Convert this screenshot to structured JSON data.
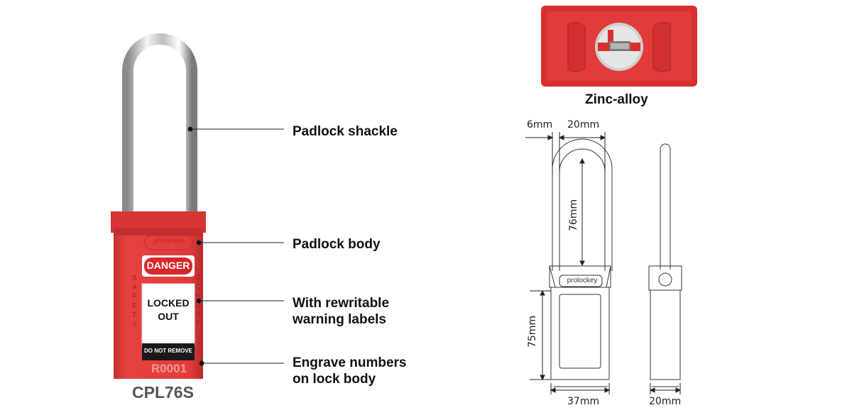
{
  "product": {
    "model": "CPL76S",
    "brand_mark": "prolockey",
    "tag_danger": "DANGER",
    "tag_locked_out_line1": "LOCKED",
    "tag_locked_out_line2": "OUT",
    "tag_do_not_remove": "DO NOT REMOVE",
    "engraved_number": "R0001",
    "side_text_left": "SAFETY",
    "side_text_right": "LOCKOUT"
  },
  "callouts": {
    "shackle": "Padlock shackle",
    "body": "Padlock body",
    "labels_line1": "With rewritable",
    "labels_line2": "warning labels",
    "engrave_line1": "Engrave numbers",
    "engrave_line2": "on lock body"
  },
  "key_view": {
    "material": "Zinc-alloy"
  },
  "dimensions": {
    "shackle_diameter": "6mm",
    "shackle_clearance_width": "20mm",
    "shackle_clearance_height": "76mm",
    "body_height": "75mm",
    "body_width": "37mm",
    "body_thickness": "20mm",
    "drawing_brand": "prolockey"
  },
  "colors": {
    "lock_red": "#e33a3a",
    "lock_red_dark": "#c42a2a",
    "danger_red": "#d8262b",
    "line": "#222222"
  }
}
